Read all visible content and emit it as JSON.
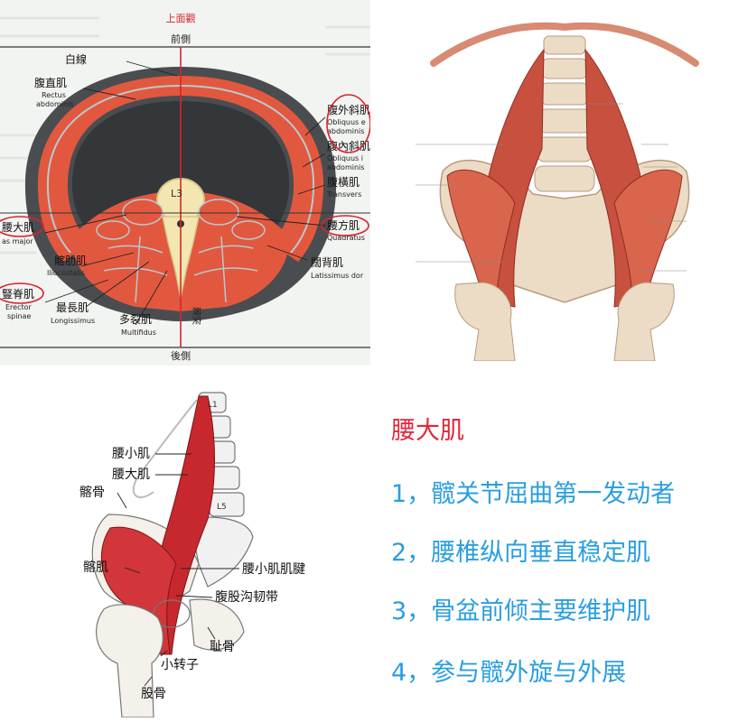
{
  "cross_section": {
    "view_top": "上面觀",
    "front": "前側",
    "back": "後側",
    "vertebra": "L3",
    "spinous": "棘突",
    "labels": {
      "linea_alba": "白線",
      "rectus_cn": "腹直肌",
      "rectus_en1": "Rectus",
      "rectus_en2": "abdominis",
      "ext_obl_cn": "腹外斜肌",
      "ext_obl_en1": "Obliquus e",
      "ext_obl_en2": "abdominis",
      "int_obl_cn": "腹內斜肌",
      "int_obl_en1": "Obliquus i",
      "int_obl_en2": "abdominis",
      "trans_cn": "腹橫肌",
      "trans_en": "Transvers",
      "psoas_cn": "腰大肌",
      "psoas_en": "as major",
      "quad_cn": "腰方肌",
      "quad_en": "Quadratus",
      "lat_cn": "闊背肌",
      "lat_en": "Latissimus dor",
      "ilio_cn": "髂肋肌",
      "ilio_en": "Iliocostalis",
      "longi_cn": "最長肌",
      "longi_en": "Longissimus",
      "erector_cn": "豎脊肌",
      "erector_en1": "Erector",
      "erector_en2": "spinae",
      "multi_cn": "多裂肌",
      "multi_en": "Multifidus"
    }
  },
  "side_view": {
    "labels": {
      "psoas_minor": "腰小肌",
      "psoas_major": "腰大肌",
      "ilium": "髂骨",
      "iliacus": "髂肌",
      "psoas_minor_tendon": "腰小肌肌腱",
      "inguinal_ligament": "腹股沟韧带",
      "pubis": "耻骨",
      "lesser_trochanter": "小转子",
      "femur": "股骨",
      "l1": "L1",
      "l5": "L5"
    }
  },
  "points": {
    "title": "腰大肌",
    "items": [
      "1，髋关节屈曲第一发动者",
      "2，腰椎纵向垂直稳定肌",
      "3，骨盆前倾主要维护肌",
      "4，参与髋外旋与外展"
    ]
  },
  "colors": {
    "muscle": "#e2583f",
    "dark_cavity": "#3a3d3f",
    "bone": "#f3e6b0",
    "highlight_ring": "#d9232e",
    "title_red": "#e0283a",
    "text_blue": "#2a9ee0"
  }
}
